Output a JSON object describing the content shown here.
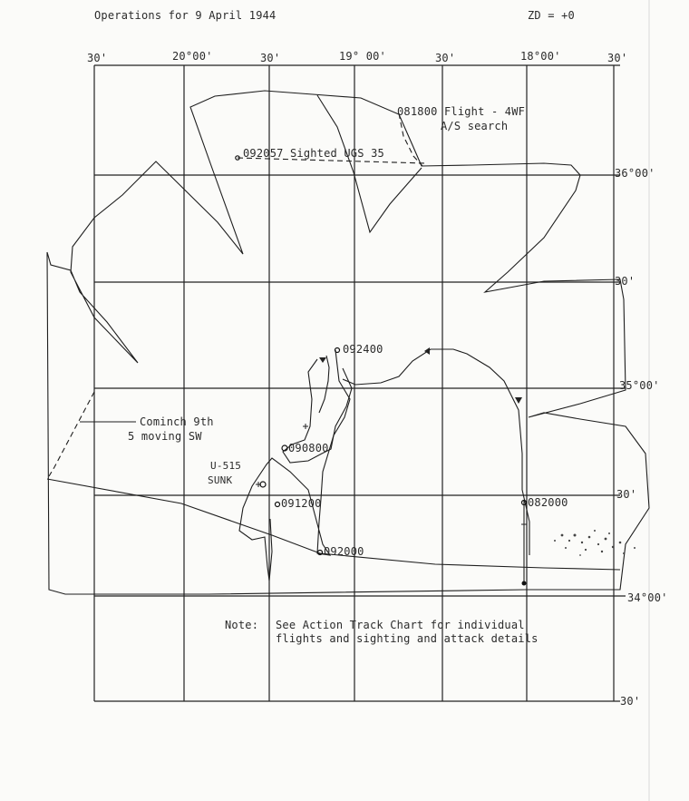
{
  "header": {
    "title": "Operations for 9 April 1944",
    "zone": "ZD = +0"
  },
  "top_labels": [
    "30'",
    "20°00'",
    "30'",
    "19° 00'",
    "30'",
    "18°00'",
    "30'"
  ],
  "right_labels": [
    "36°00'",
    "30'",
    "35°00'",
    "30'",
    "34°00'",
    "30'"
  ],
  "annotations": {
    "flight": "081800 Flight - 4WF",
    "search": "A/S search",
    "sighted": "092057 Sighted UGS 35",
    "p092400": "092400",
    "cominch_1": "Cominch 9th",
    "cominch_2": "5 moving SW",
    "p090800": "090800",
    "u515": "U-515",
    "sunk": "SUNK",
    "p091200": "091200",
    "p092000": "092000",
    "p082000": "082000"
  },
  "note": {
    "label": "Note:",
    "line1": "See Action Track Chart for individual",
    "line2": "flights and sighting and attack details"
  },
  "colors": {
    "paper": "#fbfbf9",
    "ink": "#1e1e1e"
  }
}
